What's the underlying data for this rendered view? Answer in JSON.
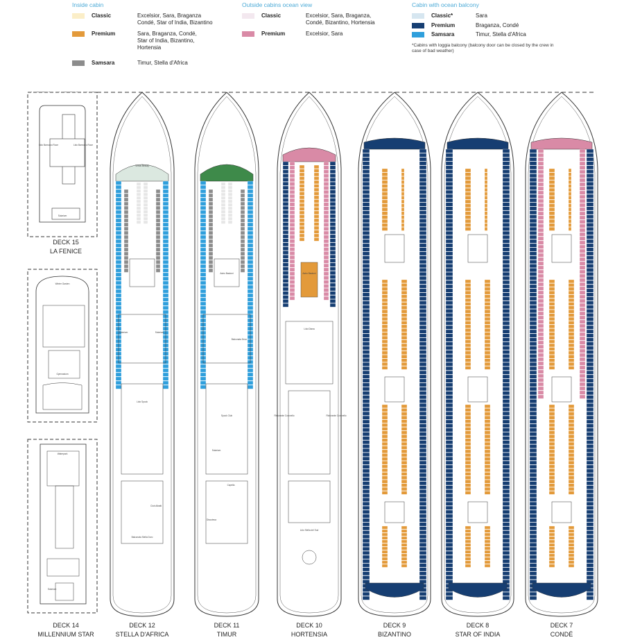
{
  "colors": {
    "inside_classic": "#fbeec8",
    "inside_premium": "#e39a3a",
    "inside_samsara": "#8c8c8c",
    "outside_classic": "#f3e8ef",
    "outside_premium": "#d98aa6",
    "balcony_classic": "#d6e6f0",
    "balcony_premium": "#163e72",
    "balcony_samsara": "#2f9fdc",
    "green": "#3e8a4a",
    "accent_title": "#4aa9d6"
  },
  "legend": {
    "inside": {
      "title": "Inside cabin",
      "rows": [
        {
          "label": "Classic",
          "ships": "Excelsior, Sara, Braganza\nCondé, Star of India, Bizantino",
          "color_key": "inside_classic"
        },
        {
          "label": "Premium",
          "ships": "Sara, Braganza, Condé,\nStar of India, Bizantino,\nHortensia",
          "color_key": "inside_premium"
        },
        {
          "label": "Samsara",
          "ships": "Timur, Stella d'Africa",
          "color_key": "inside_samsara"
        }
      ]
    },
    "outside": {
      "title": "Outside cabins ocean view",
      "rows": [
        {
          "label": "Classic",
          "ships": "Excelsior, Sara, Braganza,\nCondé, Bizantino, Hortensia",
          "color_key": "outside_classic"
        },
        {
          "label": "Premium",
          "ships": "Excelsior, Sara",
          "color_key": "outside_premium"
        }
      ]
    },
    "balcony": {
      "title": "Cabin with ocean balcony",
      "rows": [
        {
          "label": "Classic*",
          "ships": "Sara",
          "color_key": "balcony_classic"
        },
        {
          "label": "Premium",
          "ships": "Braganza, Condé",
          "color_key": "balcony_premium"
        },
        {
          "label": "Samsara",
          "ships": "Timur, Stella d'Africa",
          "color_key": "balcony_samsara"
        }
      ],
      "note": "*Cabins with loggia balcony (balcony door can be closed by the crew in\ncase of bad weather)"
    }
  },
  "decks": [
    {
      "number": "DECK 15",
      "name": "LA FENICE",
      "labels": [
        "Lido Barrocco Roce",
        "Lido Barrocco Roce",
        "Solarium"
      ]
    },
    {
      "number": "DECK 14",
      "name": "MILLENNIUM STAR",
      "labels": [
        "Winter Garden",
        "Gymnasium",
        "Waterpark",
        "Solarium"
      ]
    },
    {
      "number": "DECK 12",
      "name": "STELLA D'AFRICA",
      "labels": [
        "Venus Beauty",
        "Solarium",
        "Solarium",
        "Lido Spock",
        "Club Albatti",
        "Balconata Stella Doro"
      ],
      "scheme": "samsara"
    },
    {
      "number": "DECK 11",
      "name": "TIMUR",
      "labels": [
        "Astro Bautoni",
        "Balconata Deco",
        "Spock Club",
        "Solarium",
        "Capella",
        "Discoteca"
      ],
      "scheme": "samsara"
    },
    {
      "number": "DECK 10",
      "name": "HORTENSIA",
      "labels": [
        "Astro Bautoni",
        "Lido Diana",
        "Ristorante Coronello",
        "Ristorante Coronello",
        "Lido Stella del Sud"
      ],
      "scheme": "hortensia"
    },
    {
      "number": "DECK 9",
      "name": "BIZANTINO",
      "labels": [],
      "scheme": "bizantino"
    },
    {
      "number": "DECK 8",
      "name": "STAR OF INDIA",
      "labels": [],
      "scheme": "starofindia"
    },
    {
      "number": "DECK 7",
      "name": "CONDÉ",
      "labels": [],
      "scheme": "conde"
    }
  ]
}
